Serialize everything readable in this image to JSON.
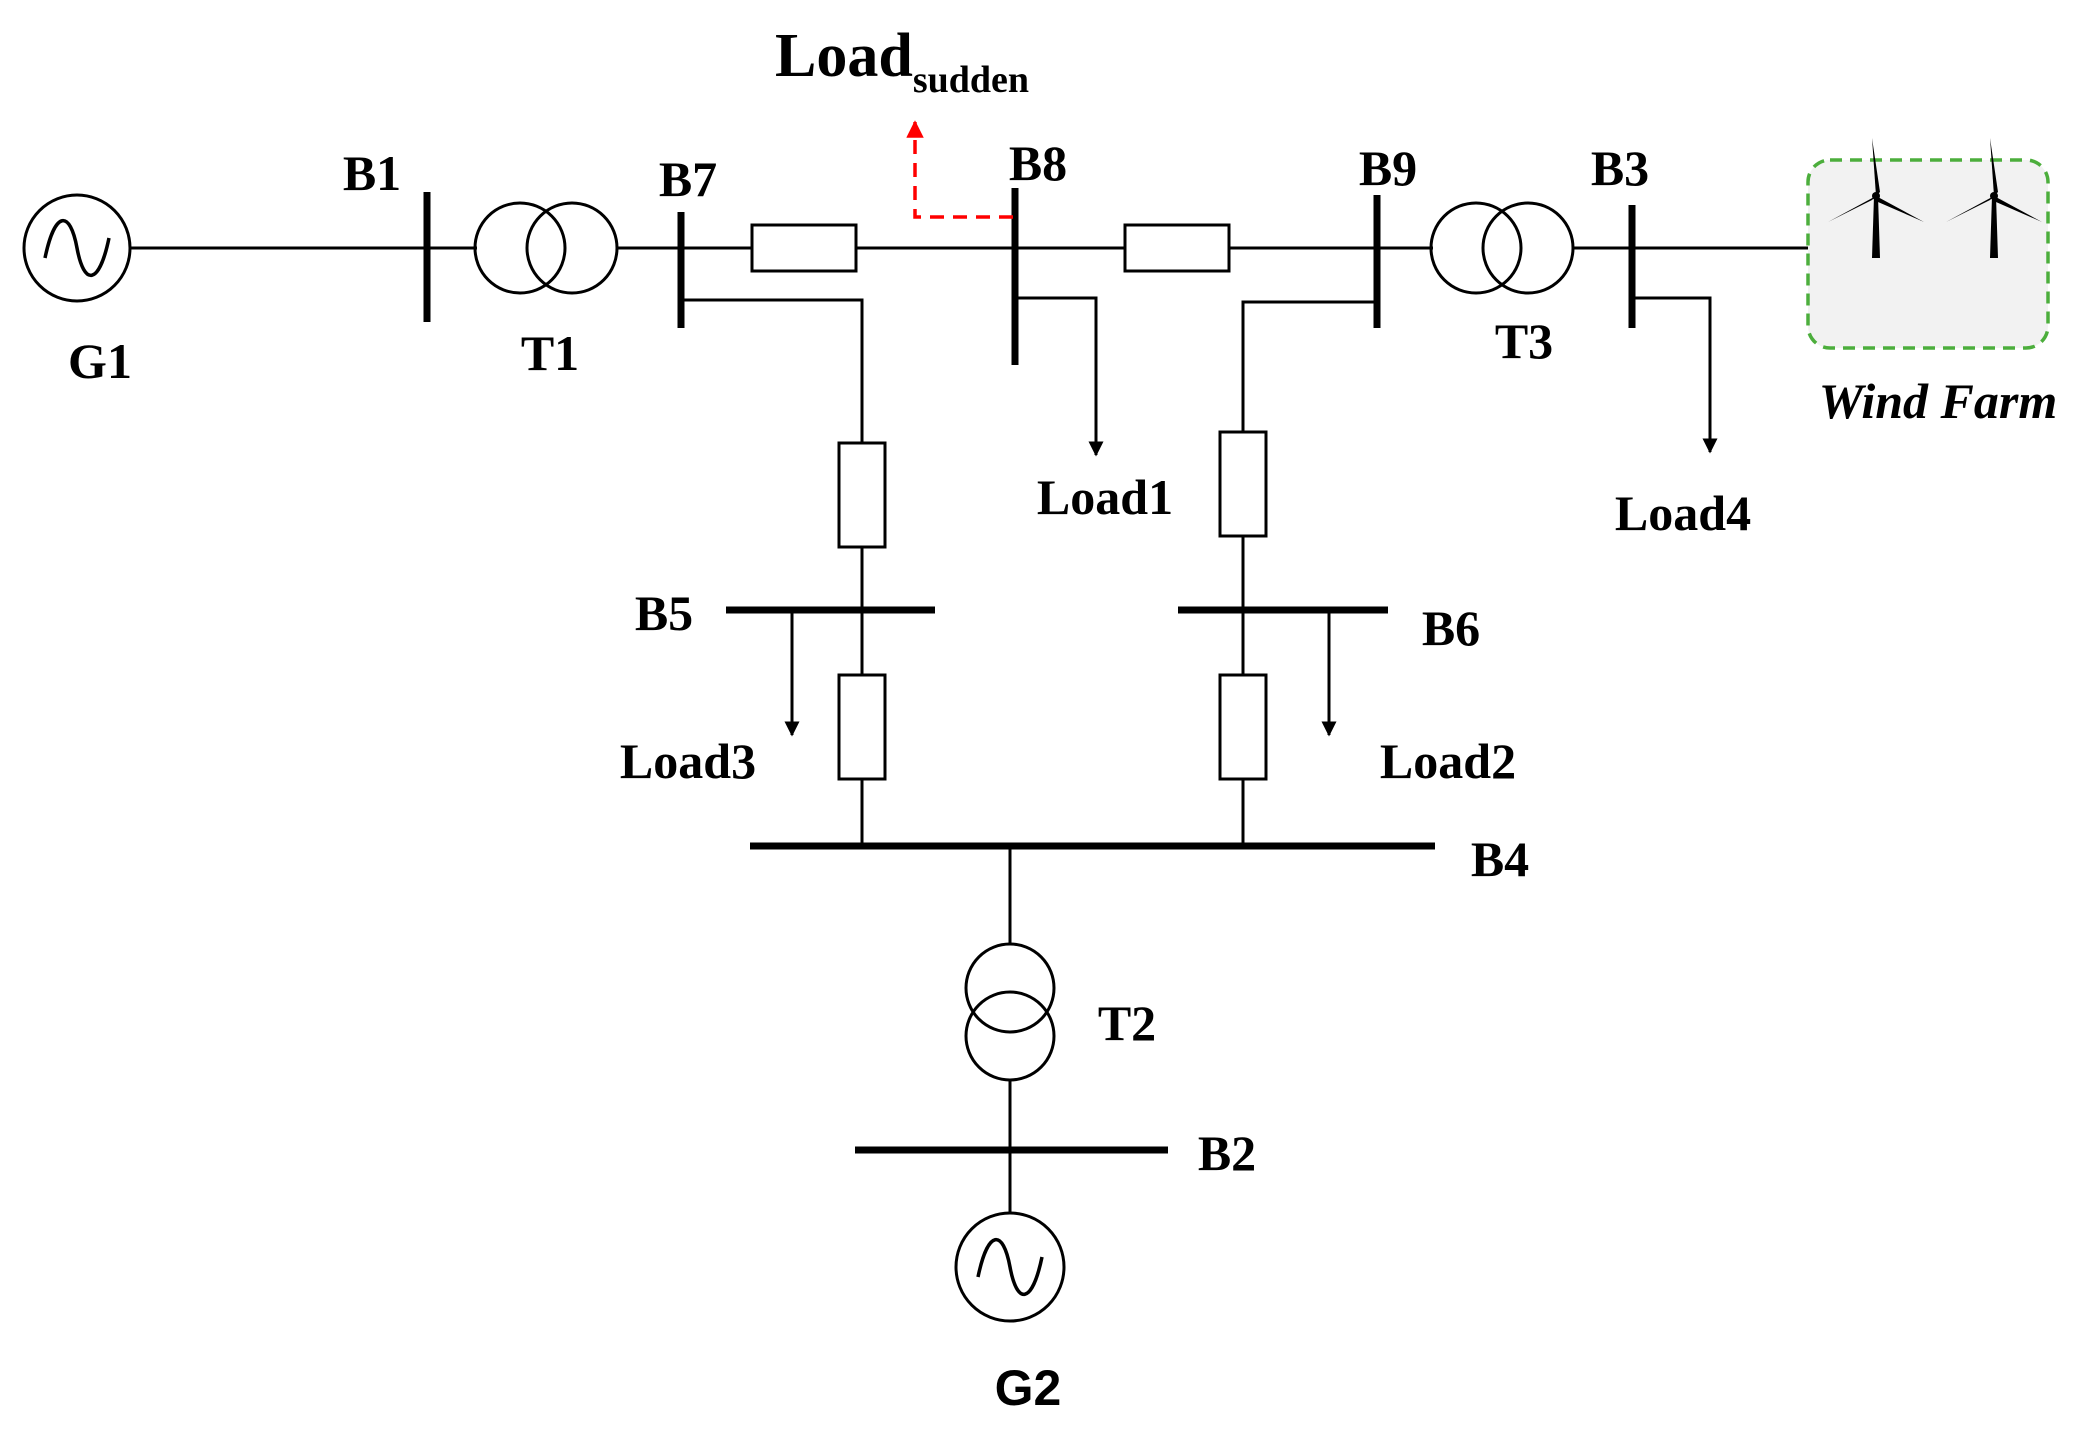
{
  "generators": {
    "g1": "G1",
    "g2": "G2"
  },
  "transformers": {
    "t1": "T1",
    "t2": "T2",
    "t3": "T3"
  },
  "buses": {
    "b1": "B1",
    "b2": "B2",
    "b3": "B3",
    "b4": "B4",
    "b5": "B5",
    "b6": "B6",
    "b7": "B7",
    "b8": "B8",
    "b9": "B9"
  },
  "loads": {
    "load1": "Load1",
    "load2": "Load2",
    "load3": "Load3",
    "load4": "Load4"
  },
  "sudden_load": {
    "main": "Load",
    "sub": "sudden",
    "color": "#ff0000"
  },
  "wind_farm": {
    "label": "Wind Farm",
    "border_color": "#4cae3c",
    "fill_color": "#f2f2f2"
  }
}
